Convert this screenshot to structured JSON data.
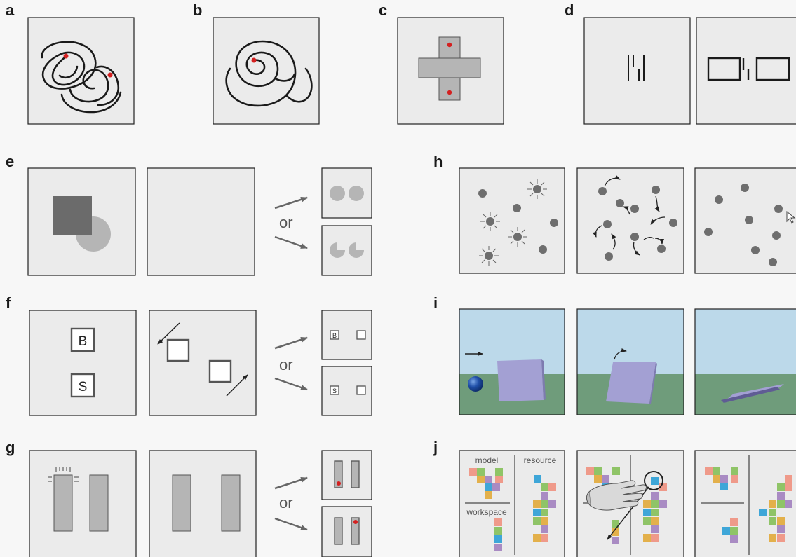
{
  "panel_labels": {
    "a": "a",
    "b": "b",
    "c": "c",
    "d": "d",
    "e": "e",
    "f": "f",
    "g": "g",
    "h": "h",
    "i": "i",
    "j": "j"
  },
  "or_text": "or",
  "panel_f": {
    "box_b": "B",
    "box_s": "S",
    "small_b": "B",
    "small_s": "S"
  },
  "panel_j": {
    "model": "model",
    "resource": "resource",
    "workspace": "workspace"
  },
  "colors": {
    "frame": "#222222",
    "panel_bg": "#ebebeb",
    "gray_shape": "#b5b5b5",
    "dark_square": "#6b6b6b",
    "dot": "#6e6e6e",
    "red": "#d42020",
    "sky": "#bcd9ea",
    "ground": "#6f9c7b",
    "block": "#a3a0d3",
    "tile_red": "#ef9a8a",
    "tile_green": "#8fc467",
    "tile_yellow": "#e3b04b",
    "tile_blue": "#3ea6d8",
    "tile_purple": "#a98bc3"
  }
}
